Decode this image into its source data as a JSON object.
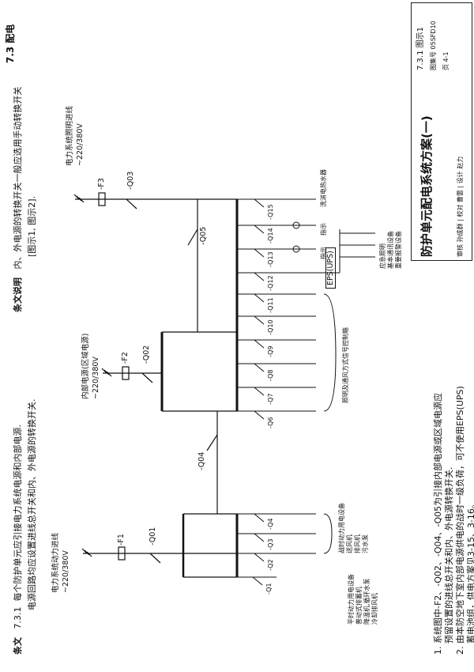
{
  "header": {
    "section": "7.3 配电"
  },
  "clause": {
    "label": "条文",
    "number": "7.3.1",
    "line1": "每个防护单元应引接电力系统电源和内部电源.",
    "line2": "电源回路均应设置进线总开关和内、外电源的转换开关."
  },
  "explanation": {
    "label": "条文说明",
    "line1": "内、外电源的转换开关一般应选用手动转换开关",
    "line2": "[图示1, 图示2]."
  },
  "feeders": {
    "left": {
      "name": "电力系统动力进线",
      "voltage": "~220/380V",
      "fuse": "-F1",
      "switch": "-Q01"
    },
    "middle": {
      "name": "内部电源(区域电源)",
      "voltage": "~220/380V",
      "fuse": "-F2",
      "switch": "-Q02"
    },
    "right": {
      "name": "电力系统照明进线",
      "voltage": "~220/380V",
      "fuse": "-F3",
      "switch": "-Q03"
    }
  },
  "tie_switches": {
    "q04": "-Q04",
    "q05": "-Q05"
  },
  "outgoing": {
    "q1": "-Q1",
    "q2": "-Q2",
    "q3": "-Q3",
    "q4": "-Q4",
    "q6": "-Q6",
    "q7": "-Q7",
    "q8": "-Q8",
    "q9": "-Q9",
    "q10": "-Q10",
    "q11": "-Q11",
    "q12": "-Q12",
    "q13": "-Q13",
    "q14": "-Q14",
    "q15": "-Q15"
  },
  "loads": {
    "q1": [
      "平时动力用电设备",
      "普动式排蓄机",
      "降温机,循环水泵",
      "冷却排风机"
    ],
    "q234": [
      "战时动力用电设备",
      "送风机",
      "排风机",
      "污水泵"
    ],
    "q6_11": "照明及通风方式信号控制箱",
    "eps": "EPS(UPS)",
    "eps_loads": [
      "应急照明",
      "基本通讯设备",
      "重要报警设备"
    ],
    "q13": "指示",
    "q14": "指示",
    "q15": "洗消电热水器"
  },
  "notes": {
    "n1a": "1. 系统图中-F2、-Q02、-Q04、-Q05为引接内部电源或区域电源应",
    "n1b": "预留设置的进线总开关和内、外电源转换开关.",
    "n2a": "2. 由本防空地下室内部电源供电的战时一级负荷，可不使用EPS(UPS)",
    "n2b": "蓄电池组，供电方案见3-15、3-16。"
  },
  "title_block": {
    "figure": "7.3.1 图示1",
    "title": "防护单元配电系统方案(一)",
    "atlas_label": "图集号",
    "atlas_no": "05SFD10",
    "page_label": "页",
    "page_no": "4-1",
    "roles": [
      "审核",
      "校对",
      "设计"
    ],
    "names": [
      "孙成群",
      "曹雷",
      "赵力"
    ]
  }
}
